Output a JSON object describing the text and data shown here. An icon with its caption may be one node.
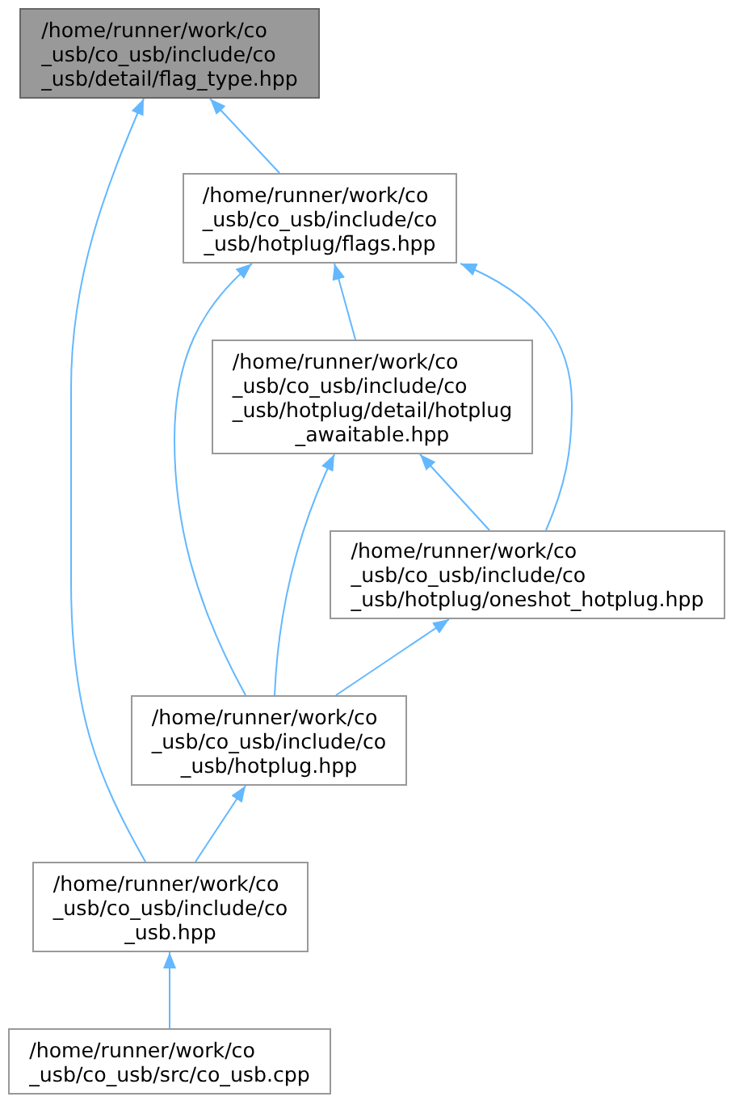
{
  "diagram": {
    "nodes": [
      {
        "text": [
          "/home/runner/work/co _usb/co_usb/include/co _usb/detail/flag_type.hpp"
        ]
      },
      {
        "text": [
          "/home/runner/work/co _usb/co_usb/include/co _usb/hotplug/flags.hpp"
        ]
      },
      {
        "text": [
          "/home/runner/work/co _usb/co_usb/include/co _usb/hotplug/detail/hotplug _awaitable.hpp"
        ]
      },
      {
        "text": [
          "/home/runner/work/co _usb/co_usb/include/co _usb/hotplug/oneshot_hotplug.hpp"
        ]
      },
      {
        "text": [
          "/home/runner/work/co _usb/co_usb/include/co _usb/hotplug.hpp"
        ]
      },
      {
        "text": [
          "/home/runner/work/co _usb/co_usb/include/co _usb.hpp"
        ]
      },
      {
        "text": [
          "/home/runner/work/co _usb/co_usb/src/co_usb.cpp"
        ]
      }
    ],
    "edges": [
      {
        "from": 1,
        "to": 0,
        "arrow": "to"
      },
      {
        "from": 5,
        "to": 0,
        "arrow": "to"
      },
      {
        "from": 2,
        "to": 1,
        "arrow": "to"
      },
      {
        "from": 4,
        "to": 1,
        "arrow": "to"
      },
      {
        "from": 3,
        "to": 1,
        "arrow": "to"
      },
      {
        "from": 3,
        "to": 2,
        "arrow": "to"
      },
      {
        "from": 4,
        "to": 2,
        "arrow": "to"
      },
      {
        "from": 4,
        "to": 3,
        "arrow": "to"
      },
      {
        "from": 5,
        "to": 4,
        "arrow": "to"
      },
      {
        "from": 6,
        "to": 5,
        "arrow": "to"
      }
    ]
  }
}
